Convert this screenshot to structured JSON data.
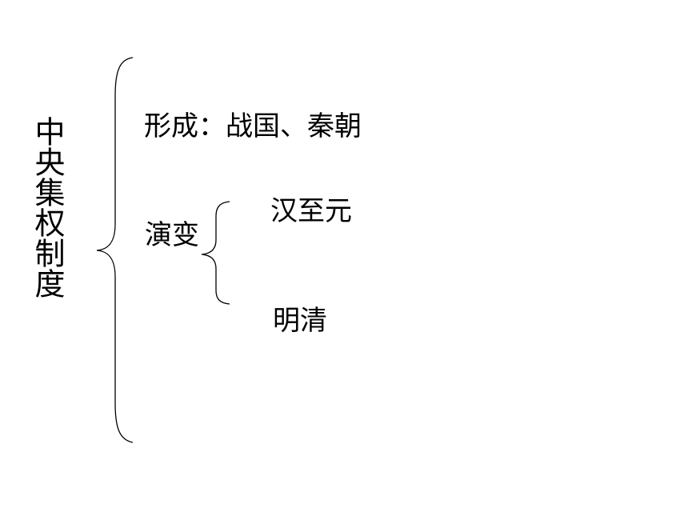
{
  "diagram": {
    "root": {
      "label": "中央集权制度"
    },
    "branches": [
      {
        "label": "形成：战国、秦朝"
      },
      {
        "label": "演变",
        "children": [
          {
            "label": "汉至元"
          },
          {
            "label": "明清"
          }
        ]
      }
    ]
  }
}
